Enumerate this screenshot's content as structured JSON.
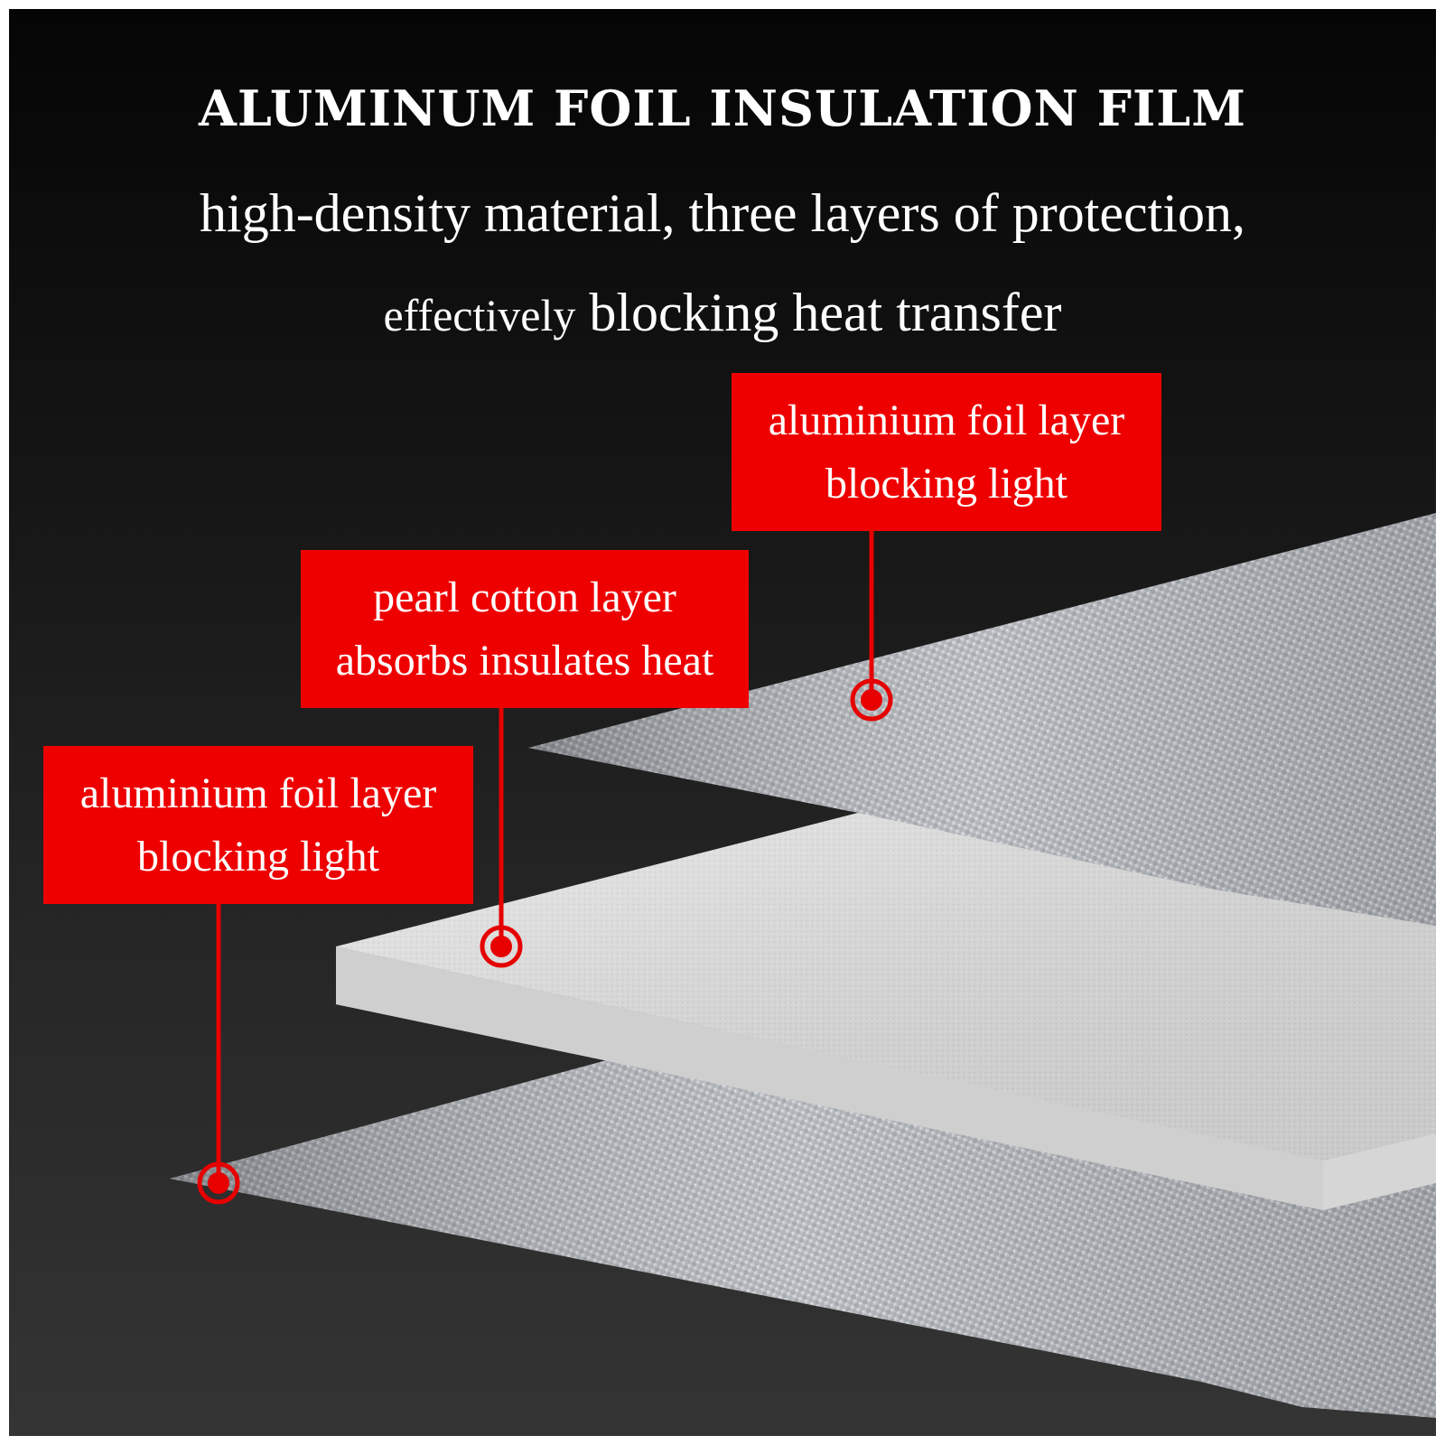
{
  "header": {
    "title": "ALUMINUM FOIL INSULATION FILM",
    "subtitle_line1": "high-density material, three layers of protection,",
    "subtitle_line2_small": "effectively",
    "subtitle_line2_rest": " blocking heat transfer"
  },
  "callouts": [
    {
      "line1": "aluminium foil layer",
      "line2": "blocking light"
    },
    {
      "line1": "pearl cotton layer",
      "line2": "absorbs insulates heat"
    },
    {
      "line1": "aluminium foil layer",
      "line2": "blocking light"
    }
  ],
  "colors": {
    "callout_red": "#ee0000",
    "background_dark": "#0d0d0d",
    "foil_gray": "#b9bcc1",
    "foam_white": "#e8e8e8"
  }
}
